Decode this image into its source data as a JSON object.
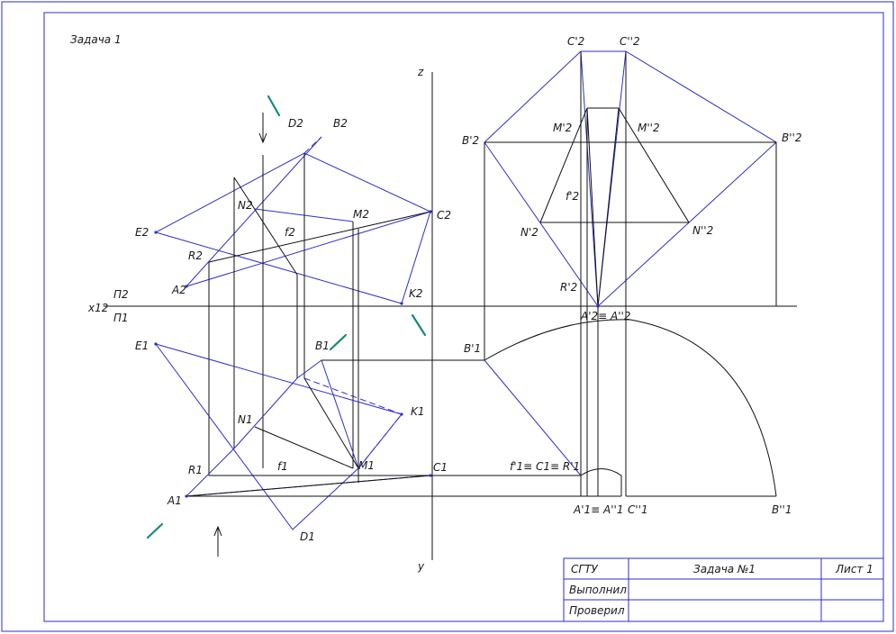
{
  "sheet": {
    "task_label": "Задача 1",
    "colors": {
      "frame": "#2e2ec8",
      "figure": "#2e2ec8",
      "construction": "#111111",
      "marks": "#148a80"
    }
  },
  "axes": {
    "z": "z",
    "y": "y",
    "x12": "x12",
    "pi2": "П2",
    "pi1": "П1"
  },
  "points_front": {
    "D2": "D2",
    "B2": "B2",
    "E2": "E2",
    "N2": "N2",
    "M2": "M2",
    "C2": "C2",
    "f2": "f2",
    "R2": "R2",
    "A2": "A2",
    "K2": "K2"
  },
  "points_top": {
    "E1": "E1",
    "B1": "B1",
    "K1": "K1",
    "N1": "N1",
    "R1": "R1",
    "f1": "f1",
    "M1": "M1",
    "C1": "C1",
    "A1": "A1",
    "D1": "D1"
  },
  "points_aux": {
    "C2p": "C'2",
    "C2pp": "C''2",
    "M2p": "M'2",
    "M2pp": "M''2",
    "B2p": "B'2",
    "B2pp": "B''2",
    "f2p": "f'2",
    "N2p": "N'2",
    "N2pp": "N''2",
    "R2p": "R'2",
    "A2eq": "A'2≡ A''2",
    "B1p": "B'1",
    "f1eq": "f'1≡ C1≡ R'1",
    "A1eq": "A'1≡ A''1",
    "C1pp": "C''1",
    "B1pp": "B''1"
  },
  "title_block": {
    "org": "СГТУ",
    "title": "Задача №1",
    "sheet": "Лист 1",
    "row_done": "Выполнил",
    "row_checked": "Проверил"
  }
}
